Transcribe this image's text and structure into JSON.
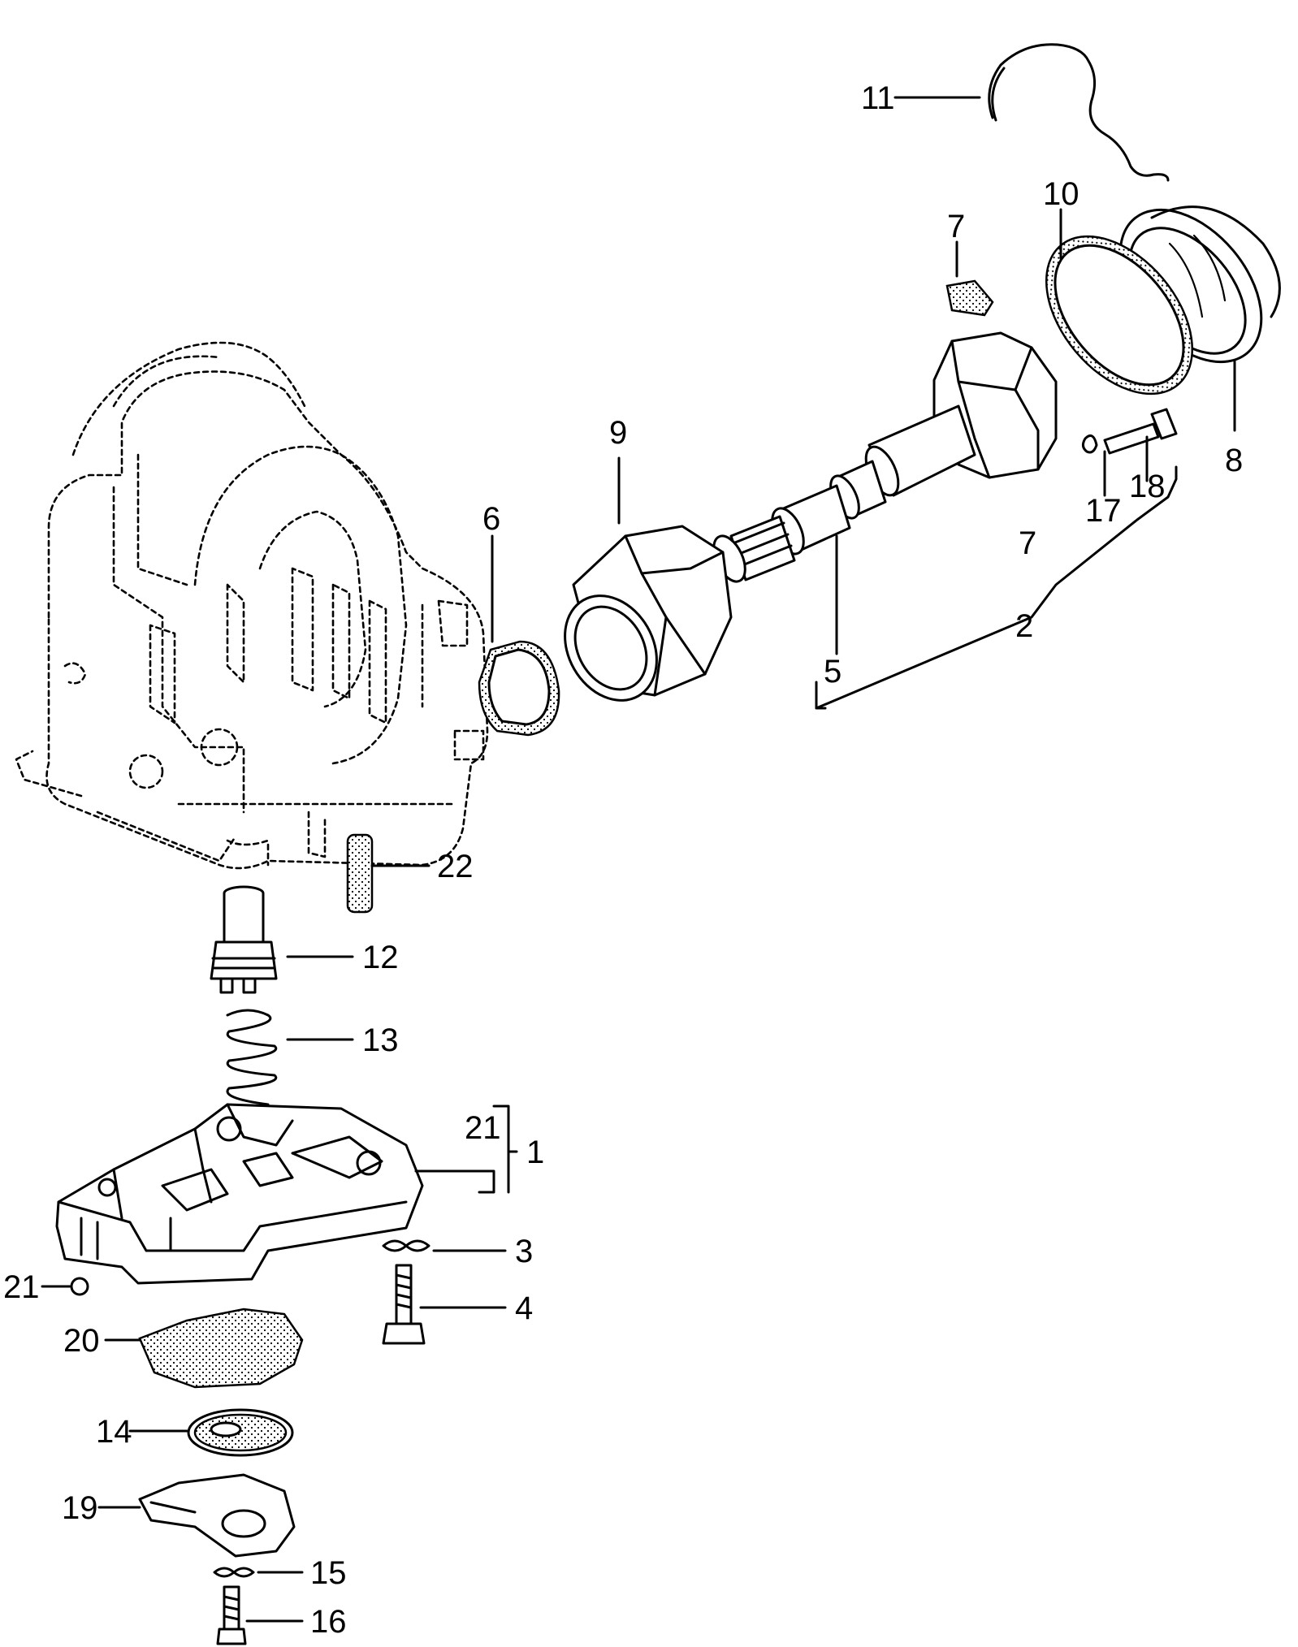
{
  "diagram": {
    "callouts": [
      {
        "id": "c1",
        "text": "1"
      },
      {
        "id": "c2",
        "text": "2"
      },
      {
        "id": "c3",
        "text": "3"
      },
      {
        "id": "c4",
        "text": "4"
      },
      {
        "id": "c5",
        "text": "5"
      },
      {
        "id": "c6",
        "text": "6"
      },
      {
        "id": "c7a",
        "text": "7"
      },
      {
        "id": "c7b",
        "text": "7"
      },
      {
        "id": "c8",
        "text": "8"
      },
      {
        "id": "c9",
        "text": "9"
      },
      {
        "id": "c10",
        "text": "10"
      },
      {
        "id": "c11",
        "text": "11"
      },
      {
        "id": "c12",
        "text": "12"
      },
      {
        "id": "c13",
        "text": "13"
      },
      {
        "id": "c14",
        "text": "14"
      },
      {
        "id": "c15",
        "text": "15"
      },
      {
        "id": "c16",
        "text": "16"
      },
      {
        "id": "c17",
        "text": "17"
      },
      {
        "id": "c18",
        "text": "18"
      },
      {
        "id": "c19",
        "text": "19"
      },
      {
        "id": "c20",
        "text": "20"
      },
      {
        "id": "c21a",
        "text": "21"
      },
      {
        "id": "c21b",
        "text": "21"
      },
      {
        "id": "c22",
        "text": "22"
      }
    ]
  }
}
